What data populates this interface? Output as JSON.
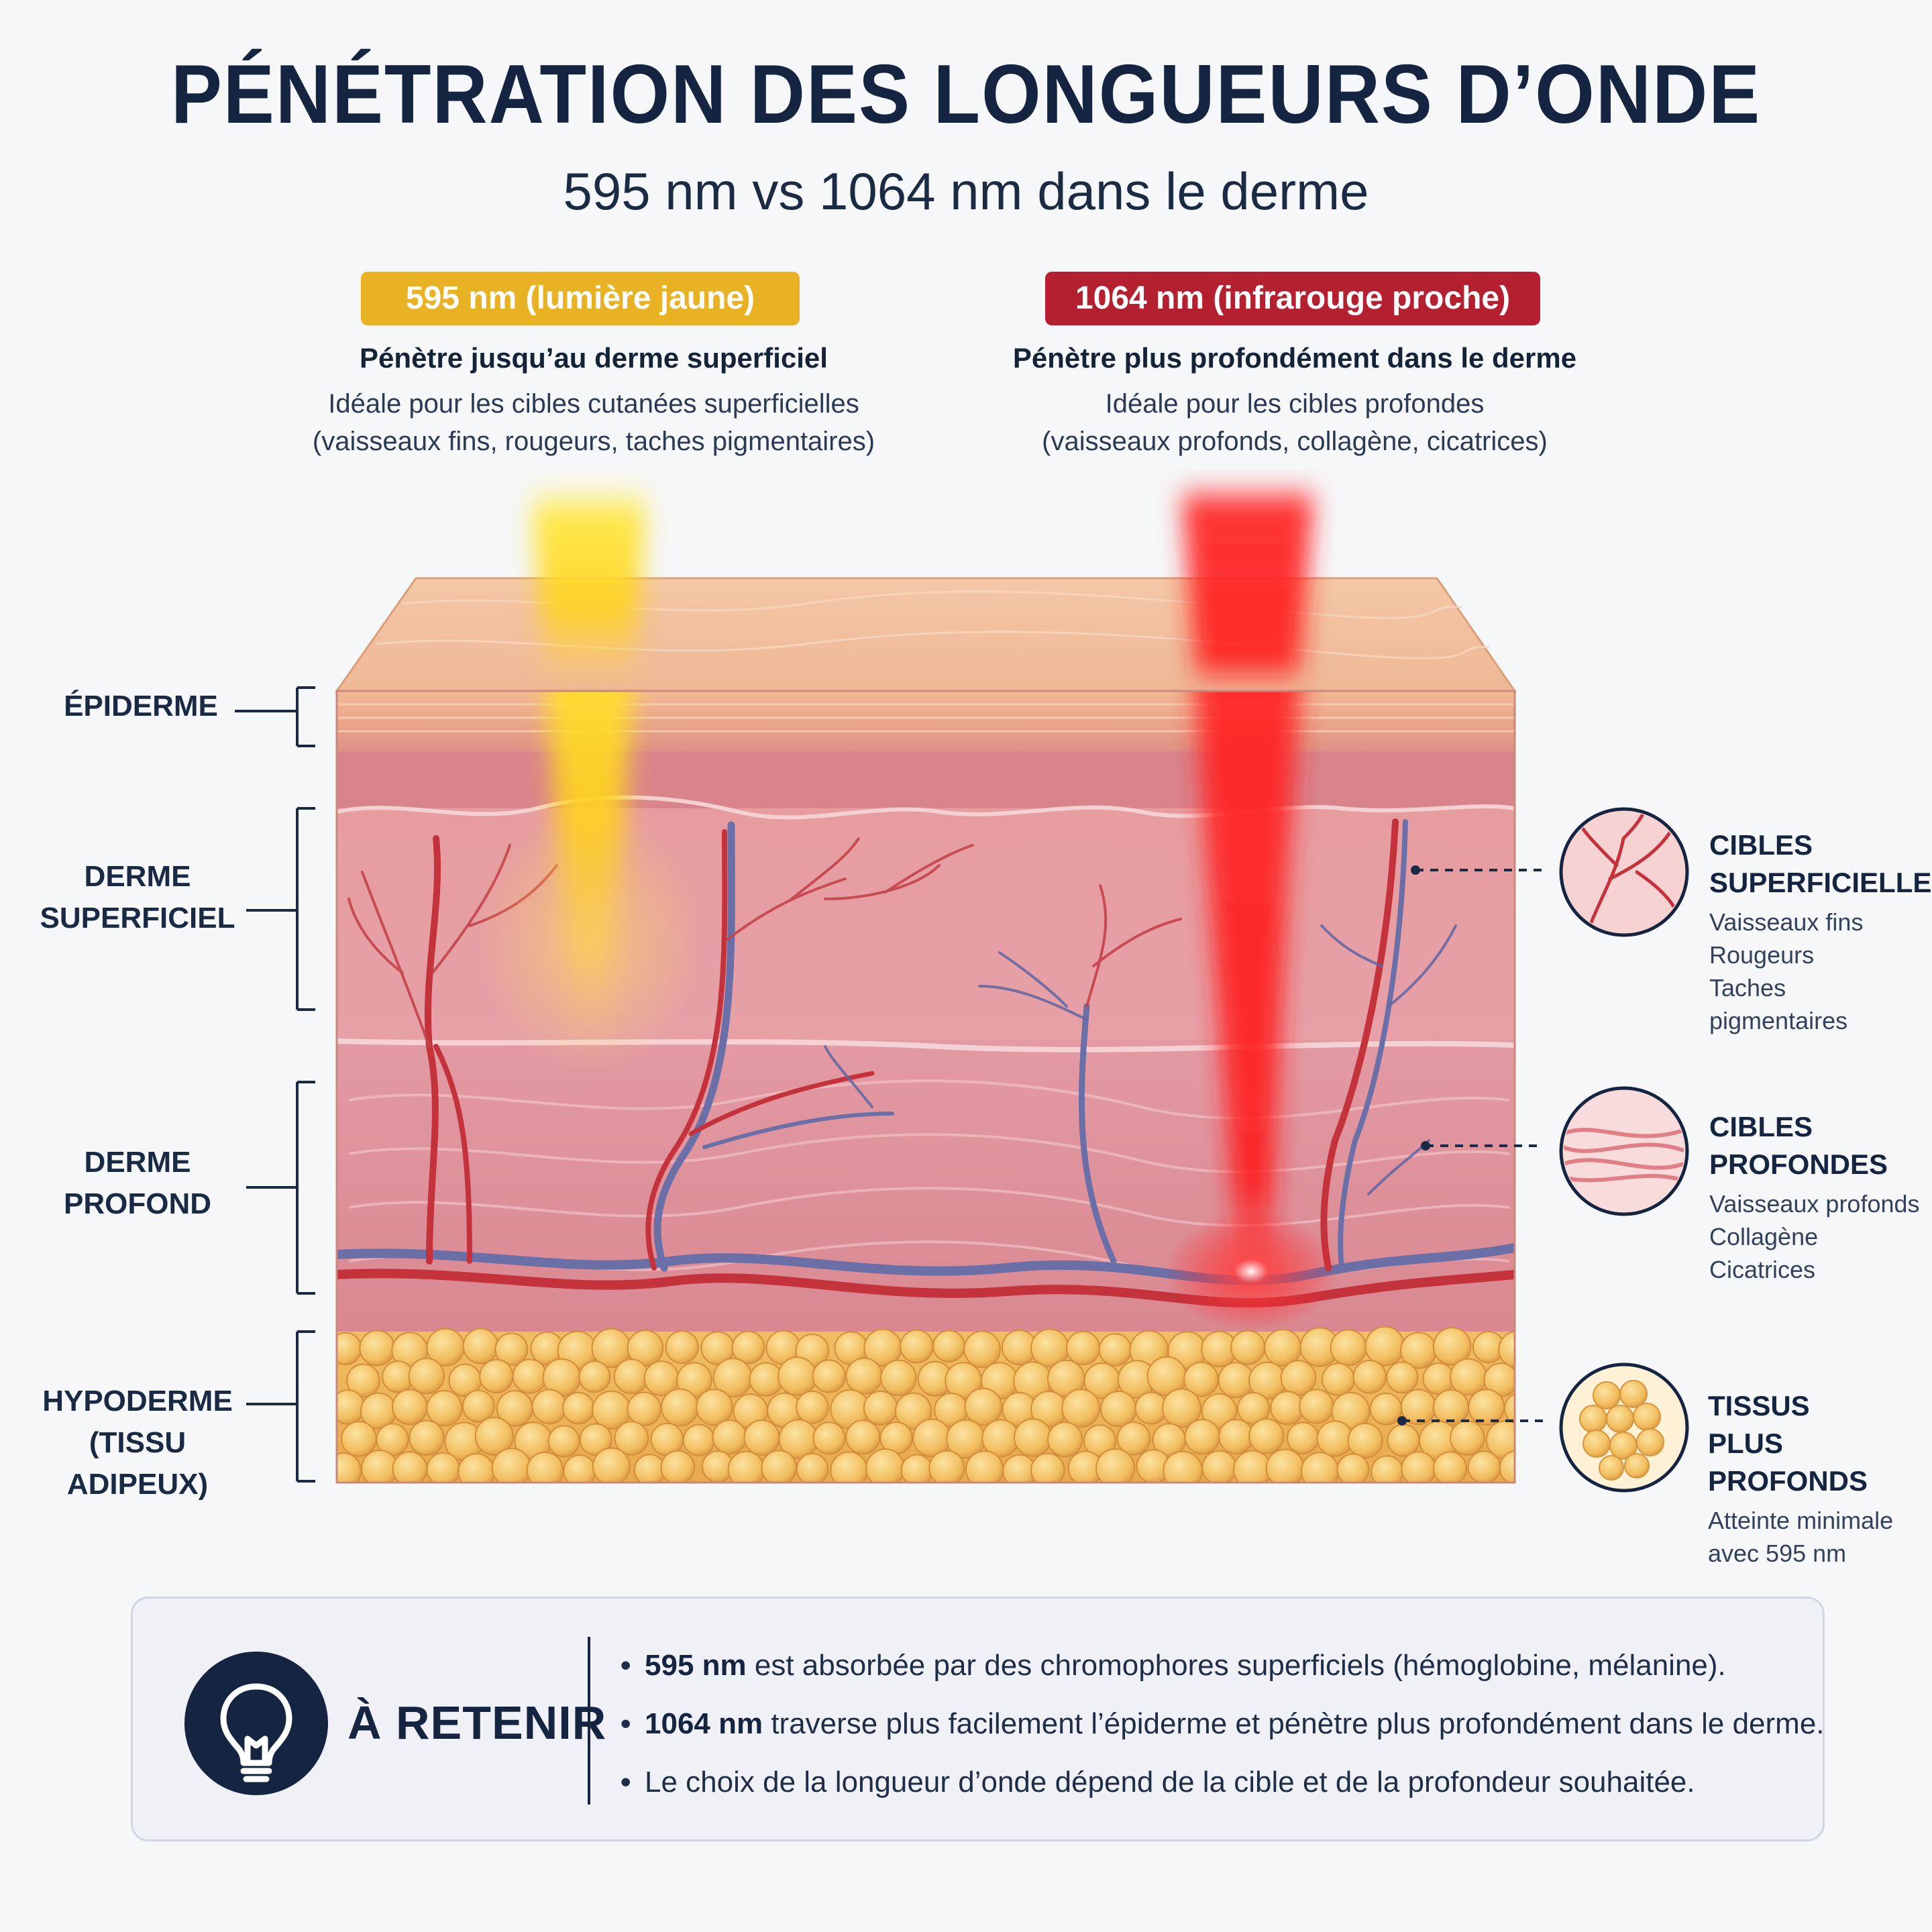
{
  "header": {
    "title": "PÉNÉTRATION DES LONGUEURS D’ONDE",
    "subtitle": "595 nm vs 1064 nm dans le derme"
  },
  "columns": {
    "yellow": {
      "badge": "595 nm (lumière jaune)",
      "lead": "Pénètre jusqu’au derme superficiel",
      "line1": "Idéale pour les cibles cutanées superficielles",
      "line2": "(vaisseaux fins, rougeurs, taches pigmentaires)",
      "color": "#e9b224"
    },
    "red": {
      "badge": "1064 nm (infrarouge proche)",
      "lead": "Pénètre plus profondément dans le derme",
      "line1": "Idéale pour les cibles profondes",
      "line2": "(vaisseaux profonds, collagène, cicatrices)",
      "color": "#b4202f"
    }
  },
  "layers": {
    "epiderme": "ÉPIDERME",
    "derme_superficiel_1": "DERME",
    "derme_superficiel_2": "SUPERFICIEL",
    "derme_profond_1": "DERME",
    "derme_profond_2": "PROFOND",
    "hypoderme_1": "HYPODERME",
    "hypoderme_2": "(TISSU ADIPEUX)"
  },
  "targets": {
    "superficielles": {
      "title1": "CIBLES",
      "title2": "SUPERFICIELLES",
      "items": [
        "Vaisseaux fins",
        "Rougeurs",
        "Taches pigmentaires"
      ],
      "icon": "capillaries-icon"
    },
    "profondes": {
      "title1": "CIBLES",
      "title2": "PROFONDES",
      "items": [
        "Vaisseaux profonds",
        "Collagène",
        "Cicatrices"
      ],
      "icon": "collagen-fibers-icon"
    },
    "tissus": {
      "title1": "TISSUS",
      "title2": "PLUS PROFONDS",
      "items": [
        "Atteinte minimale",
        "avec 595 nm"
      ],
      "icon": "fat-cells-icon"
    }
  },
  "retenir": {
    "title": "À RETENIR",
    "icon": "lightbulb-icon",
    "bullets": [
      {
        "bold": "595 nm",
        "text": " est absorbée par des chromophores superficiels (hémoglobine, mélanine)."
      },
      {
        "bold": "1064 nm",
        "text": " traverse plus facilement l’épiderme et pénètre plus profondément dans le derme."
      },
      {
        "bold": "",
        "text": "Le choix de la longueur d’onde dépend de la cible et de la profondeur souhaitée."
      }
    ]
  }
}
